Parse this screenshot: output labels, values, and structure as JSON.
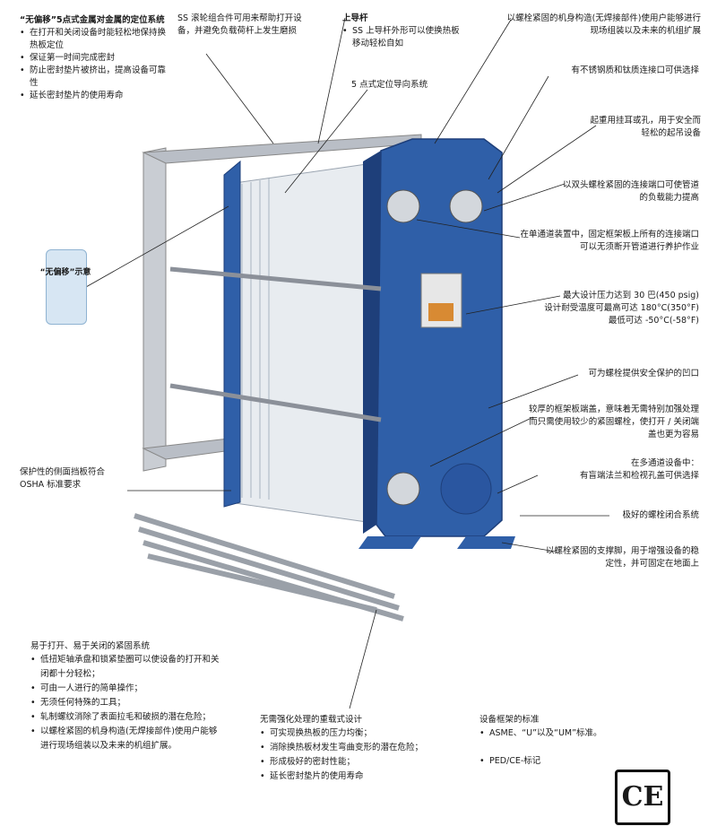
{
  "top_left": {
    "title": "“无偏移”5点式金属对金属的定位系统",
    "items": [
      "在打开和关闭设备时能轻松地保持换热板定位",
      "保证第一时间完成密封",
      "防止密封垫片被挤出，提高设备可靠性",
      "延长密封垫片的使用寿命"
    ]
  },
  "ss_roller": "SS 滚轮组合件可用来帮助打开设备，并避免负载荷杆上发生磨损",
  "upper_bar": {
    "title": "上导杆",
    "item": "SS 上导杆外形可以使换热板移动轻松自如"
  },
  "five_point": "5 点式定位导向系统",
  "box_label": "“无偏移”示意",
  "right_labels": [
    "以螺栓紧固的机身构造(无焊接部件)使用户能够进行现场组装以及未来的机组扩展",
    "有不锈钢质和钛质连接口可供选择",
    "起重用挂耳或孔，用于安全而轻松的起吊设备",
    "以双头螺栓紧固的连接端口可使管道的负载能力提高",
    "在单通道装置中，固定框架板上所有的连接端口可以无须断开管道进行养护作业",
    "最大设计压力达到 30 巴(450 psig)\n设计耐受温度可最高可达 180°C(350°F)\n最低可达 -50°C(-58°F)",
    "可为螺栓提供安全保护的凹口",
    "较厚的框架板端盖，意味着无需特别加强处理而只需使用较少的紧固螺栓，使打开 / 关闭端盖也更为容易",
    "在多通道设备中：\n有盲端法兰和检视孔盖可供选择",
    "极好的螺栓闭合系统",
    "以螺栓紧固的支撑脚，用于增强设备的稳定性，并可固定在地面上"
  ],
  "side_guard": "保护性的侧面挡板符合 OSHA 标准要求",
  "bottom_left": {
    "title": "易于打开、易于关闭的紧固系统",
    "items": [
      "低扭矩轴承盘和锁紧垫圈可以使设备的打开和关闭都十分轻松；",
      "可由一人进行的简单操作；",
      "无须任何特殊的工具；",
      "轧制螺纹消除了表面拉毛和破损的潜在危险；",
      "以螺栓紧固的机身构造(无焊接部件)使用户能够进行现场组装以及未来的机组扩展。"
    ]
  },
  "bottom_mid": {
    "title": "无需强化处理的重载式设计",
    "items": [
      "可实现换热板的压力均衡；",
      "消除换热板材发生弯曲变形的潜在危险；",
      "形成极好的密封性能；",
      "延长密封垫片的使用寿命"
    ]
  },
  "bottom_right": {
    "title": "设备框架的标准",
    "item": "ASME、“U”以及“UM”标准。",
    "ped": "PED/CE-标记"
  },
  "ce_mark": "CE",
  "colors": {
    "frame_blue": "#2f5fa8",
    "dark_blue": "#1e3f7a",
    "steel": "#c8ccd2",
    "text": "#1a1a1a",
    "box_fill": "#d7e6f3"
  }
}
